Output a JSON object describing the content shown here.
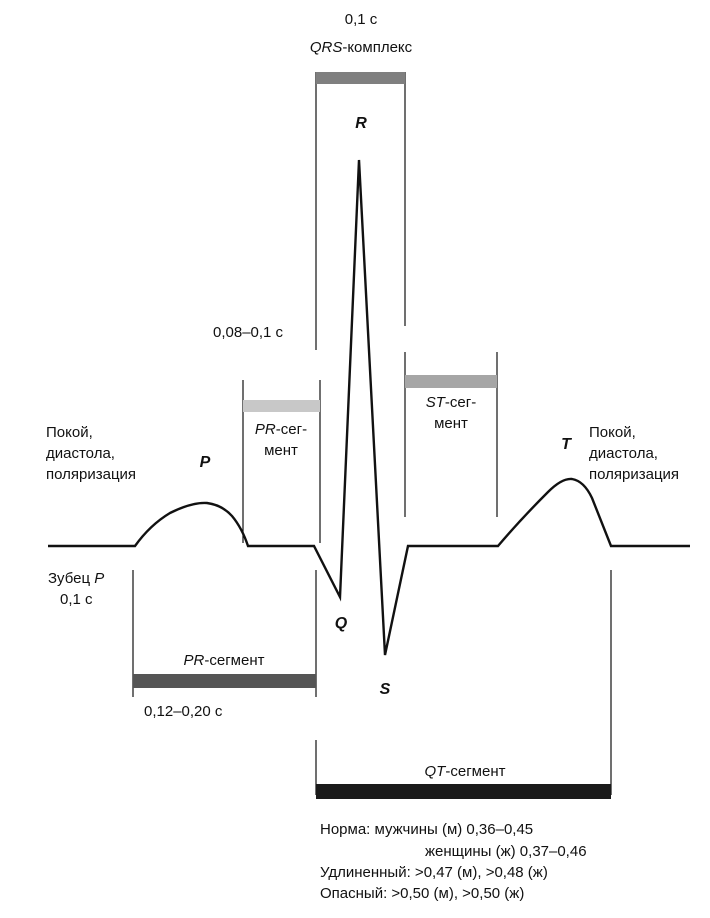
{
  "colors": {
    "line": "#111111",
    "bar_qrs": "#7f7f7f",
    "bar_pr_top": "#c8c8c8",
    "bar_st": "#a6a6a6",
    "bar_pr_bottom": "#555555",
    "bar_qt": "#1a1a1a"
  },
  "qrs": {
    "duration": "0,1 с",
    "label_italic": "QRS",
    "label_rest": "-комплекс"
  },
  "wave_labels": {
    "r": "R",
    "p": "P",
    "t": "T",
    "q": "Q",
    "s": "S"
  },
  "qrs_interval": "0,08–0,1 с",
  "pr_top": {
    "label_italic": "PR",
    "label_rest": "-сег-",
    "line2": "мент"
  },
  "st": {
    "label_italic": "ST",
    "label_rest": "-сег-",
    "line2": "мент"
  },
  "rest_left": [
    "Покой,",
    "диастола,",
    "поляризация"
  ],
  "rest_right": [
    "Покой,",
    "диастола,",
    "поляризация"
  ],
  "p_wave": {
    "label_plain": "Зубец ",
    "label_italic": "P",
    "duration": "0,1 с"
  },
  "pr_bottom": {
    "label_italic": "PR",
    "label_rest": "-сегмент",
    "duration": "0,12–0,20 с"
  },
  "qt": {
    "label_italic": "QT",
    "label_rest": "-сегмент"
  },
  "norms": [
    "Норма: мужчины (м) 0,36–0,45",
    "женщины (ж) 0,37–0,46",
    "Удлиненный: >0,47 (м), >0,48 (ж)",
    "Опасный: >0,50 (м),  >0,50 (ж)"
  ]
}
